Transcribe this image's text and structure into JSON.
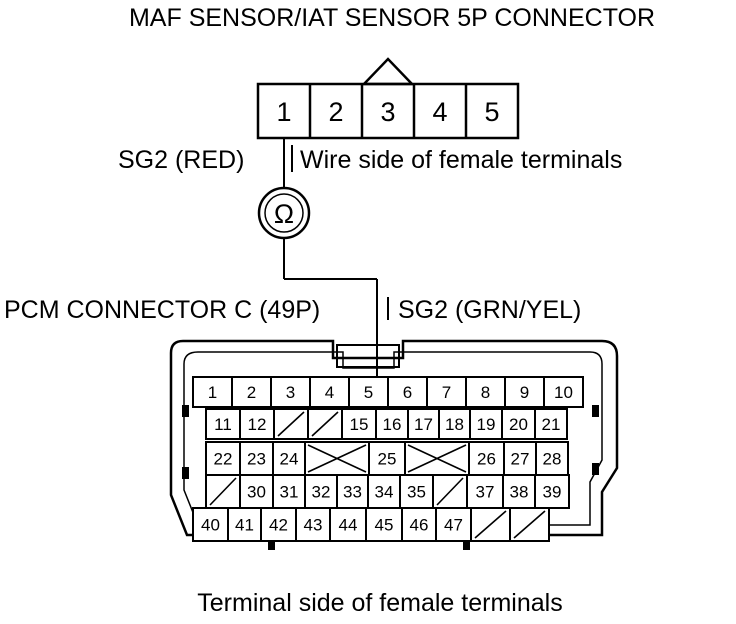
{
  "title": "MAF SENSOR/IAT SENSOR 5P CONNECTOR",
  "maf_connector": {
    "pins": [
      "1",
      "2",
      "3",
      "4",
      "5"
    ],
    "wire_label": "SG2 (RED)",
    "side_label": "Wire side of female terminals"
  },
  "meter": {
    "symbol": "Ω"
  },
  "pcm_connector": {
    "label": "PCM CONNECTOR C (49P)",
    "wire_label": "SG2 (GRN/YEL)",
    "rows": [
      [
        "1",
        "2",
        "3",
        "4",
        "5",
        "6",
        "7",
        "8",
        "9",
        "10"
      ],
      [
        "11",
        "12",
        "",
        "",
        "15",
        "16",
        "17",
        "18",
        "19",
        "20",
        "21"
      ],
      [
        "22",
        "23",
        "24",
        "",
        "25",
        "",
        "26",
        "27",
        "28"
      ],
      [
        "",
        "30",
        "31",
        "32",
        "33",
        "34",
        "35",
        "",
        "37",
        "38",
        "39"
      ],
      [
        "40",
        "41",
        "42",
        "43",
        "44",
        "45",
        "46",
        "47",
        "",
        ""
      ]
    ]
  },
  "footer_label": "Terminal side of female terminals"
}
